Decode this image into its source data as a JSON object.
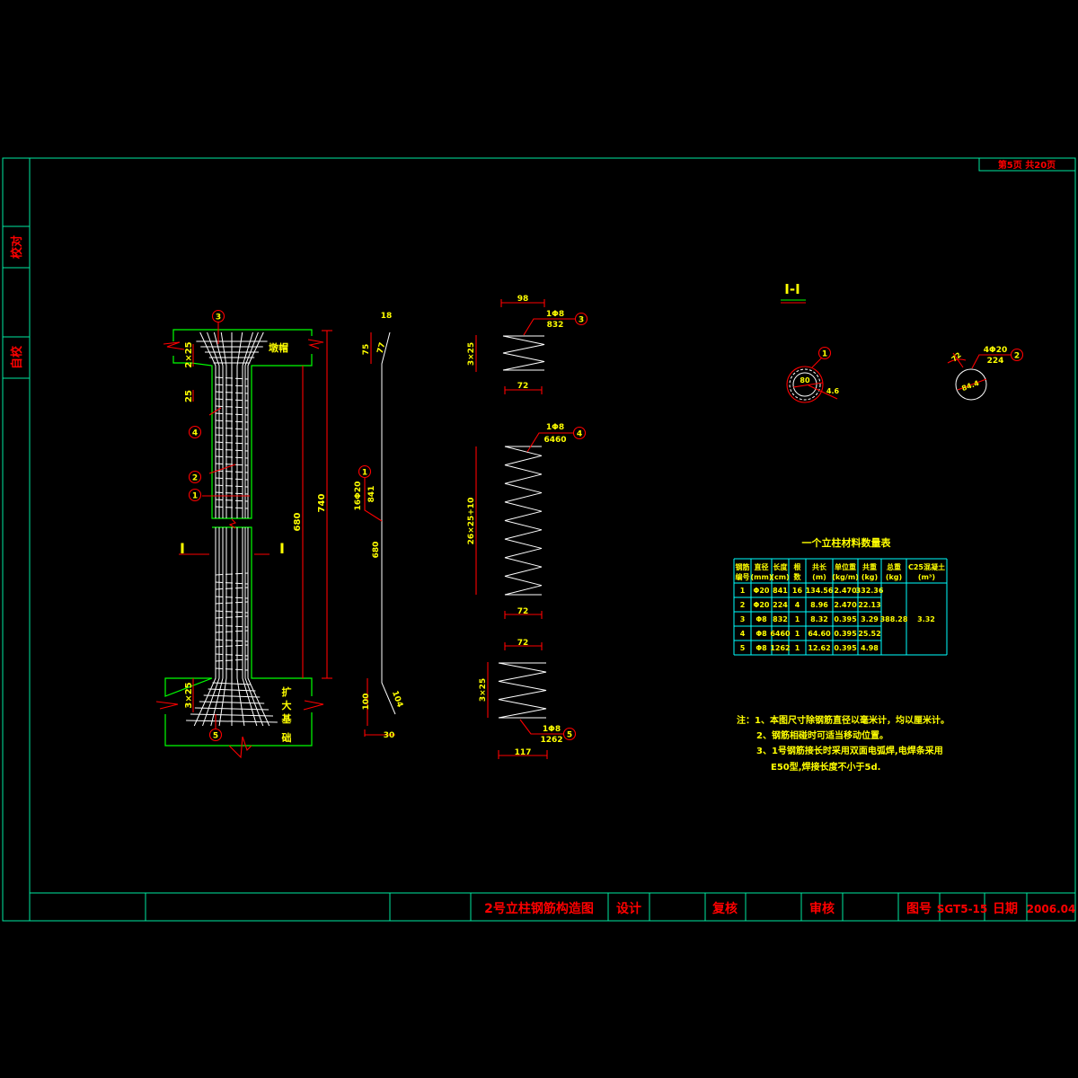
{
  "colors": {
    "frame": "#00e8a0",
    "outline": "#00ff00",
    "dimension": "#ff0000",
    "text": "#ffff00",
    "rebar": "#ffffff",
    "table": "#00ffff"
  },
  "page_box": {
    "text": "第5页 共20页"
  },
  "side_strip": {
    "check_label": "校对",
    "self_check_label": "自校"
  },
  "title_block": {
    "drawing_title": "2号立柱钢筋构造图",
    "design_label": "设计",
    "review_label": "复核",
    "approve_label": "审核",
    "drawing_no_label": "图号",
    "drawing_no": "SGT5-15",
    "date_label": "日期",
    "date": "2006.04"
  },
  "elevation": {
    "cap_label": "墩帽",
    "foundation_label": [
      "扩",
      "大",
      "基",
      "础"
    ],
    "dim_top_spacing": "2×25",
    "dim_spacing": "25",
    "dim_bottom_spacing": "3×25",
    "dim_inner_height": "680",
    "dim_total_height": "740",
    "section_mark": "I",
    "callouts": [
      "3",
      "4",
      "2",
      "1",
      "5"
    ]
  },
  "rebar1_detail": {
    "dim_top": "18",
    "dim_flare_h": "75",
    "dim_flare_len": "77",
    "label_count": "16Φ20",
    "label_len": "841",
    "dim_mid": "680",
    "dim_bottom_h": "100",
    "dim_bottom_len": "104",
    "dim_bottom_w": "30",
    "callout": "1"
  },
  "stirrups": [
    {
      "callout": "3",
      "spec": "1Φ8",
      "length": "832",
      "dim_top": "98",
      "dim_side": "3×25",
      "dim_bottom": "72"
    },
    {
      "callout": "4",
      "spec": "1Φ8",
      "length": "6460",
      "dim_side": "26×25+10",
      "dim_bottom": "72"
    },
    {
      "callout": "5",
      "spec": "1Φ8",
      "length": "1262",
      "dim_top": "72",
      "dim_side": "3×25",
      "dim_bottom": "117"
    }
  ],
  "section": {
    "title": "I-I",
    "circle1": {
      "callout": "1",
      "dim_dia": "80",
      "dim_cover": "4.6"
    },
    "circle2": {
      "callout": "2",
      "spec": "4Φ20",
      "length": "224",
      "dim_angle": "72",
      "dim_dia": "84.4"
    }
  },
  "table": {
    "title": "一个立柱材料数量表",
    "headers": [
      [
        "钢筋",
        "编号"
      ],
      [
        "直径",
        "(mm)"
      ],
      [
        "长度",
        "(cm)"
      ],
      [
        "根",
        "数"
      ],
      [
        "共长",
        "(m)"
      ],
      [
        "单位重",
        "(kg/m)"
      ],
      [
        "共重",
        "(kg)"
      ],
      [
        "总重",
        "(kg)"
      ],
      [
        "C25混凝土",
        "(m³)"
      ]
    ],
    "rows": [
      [
        "1",
        "Φ20",
        "841",
        "16",
        "134.56",
        "2.470",
        "332.36"
      ],
      [
        "2",
        "Φ20",
        "224",
        "4",
        "8.96",
        "2.470",
        "22.13"
      ],
      [
        "3",
        "Φ8",
        "832",
        "1",
        "8.32",
        "0.395",
        "3.29"
      ],
      [
        "4",
        "Φ8",
        "6460",
        "1",
        "64.60",
        "0.395",
        "25.52"
      ],
      [
        "5",
        "Φ8",
        "1262",
        "1",
        "12.62",
        "0.395",
        "4.98"
      ]
    ],
    "total_weight": "388.28",
    "concrete": "3.32"
  },
  "notes": [
    "注：1、本图尺寸除钢筋直径以毫米计，均以厘米计。",
    "2、钢筋相碰时可适当移动位置。",
    "3、1号钢筋接长时采用双面电弧焊,电焊条采用",
    "E50型,焊接长度不小于5d."
  ]
}
